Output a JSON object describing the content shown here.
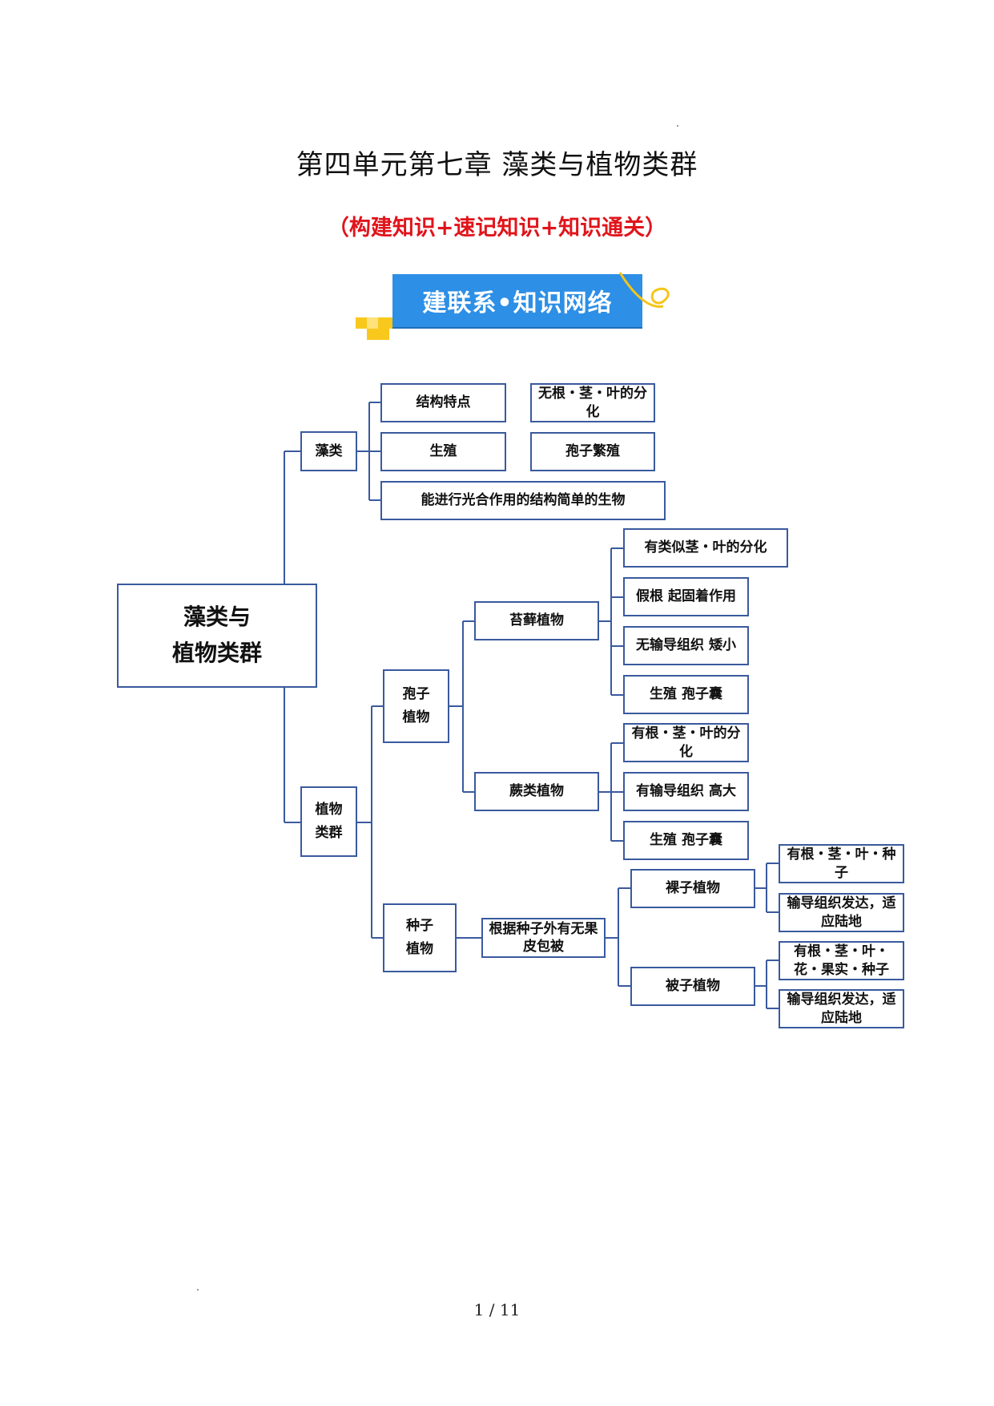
{
  "title": "第四单元第七章  藻类与植物类群",
  "subtitle": "（构建知识+速记知识+知识通关）",
  "banner": "建联系•知识网络",
  "page_number": "1 / 11",
  "mindmap": {
    "root": "藻类与\n植物类群",
    "algae": {
      "label": "藻类",
      "structure": "结构特点",
      "structure_detail": "无根・茎・叶的分化",
      "reproduction": "生殖",
      "reproduction_detail": "孢子繁殖",
      "summary": "能进行光合作用的结构简单的生物"
    },
    "plants": {
      "label": "植物\n类群",
      "spore_plants": {
        "label": "孢子\n植物",
        "moss": {
          "label": "苔藓植物",
          "items": [
            "有类似茎・叶的分化",
            "假根 起固着作用",
            "无输导组织 矮小",
            "生殖 孢子囊"
          ]
        },
        "fern": {
          "label": "蕨类植物",
          "items": [
            "有根・茎・叶的分化",
            "有输导组织 高大",
            "生殖 孢子囊"
          ]
        }
      },
      "seed_plants": {
        "label": "种子\n植物",
        "criterion": "根据种子外有无果皮包被",
        "gymnosperm": {
          "label": "裸子植物",
          "items": [
            "有根・茎・叶・种子",
            "输导组织发达，适应陆地"
          ]
        },
        "angiosperm": {
          "label": "被子植物",
          "items": [
            "有根・茎・叶・花・果实・种子",
            "输导组织发达，适应陆地"
          ]
        }
      }
    }
  }
}
